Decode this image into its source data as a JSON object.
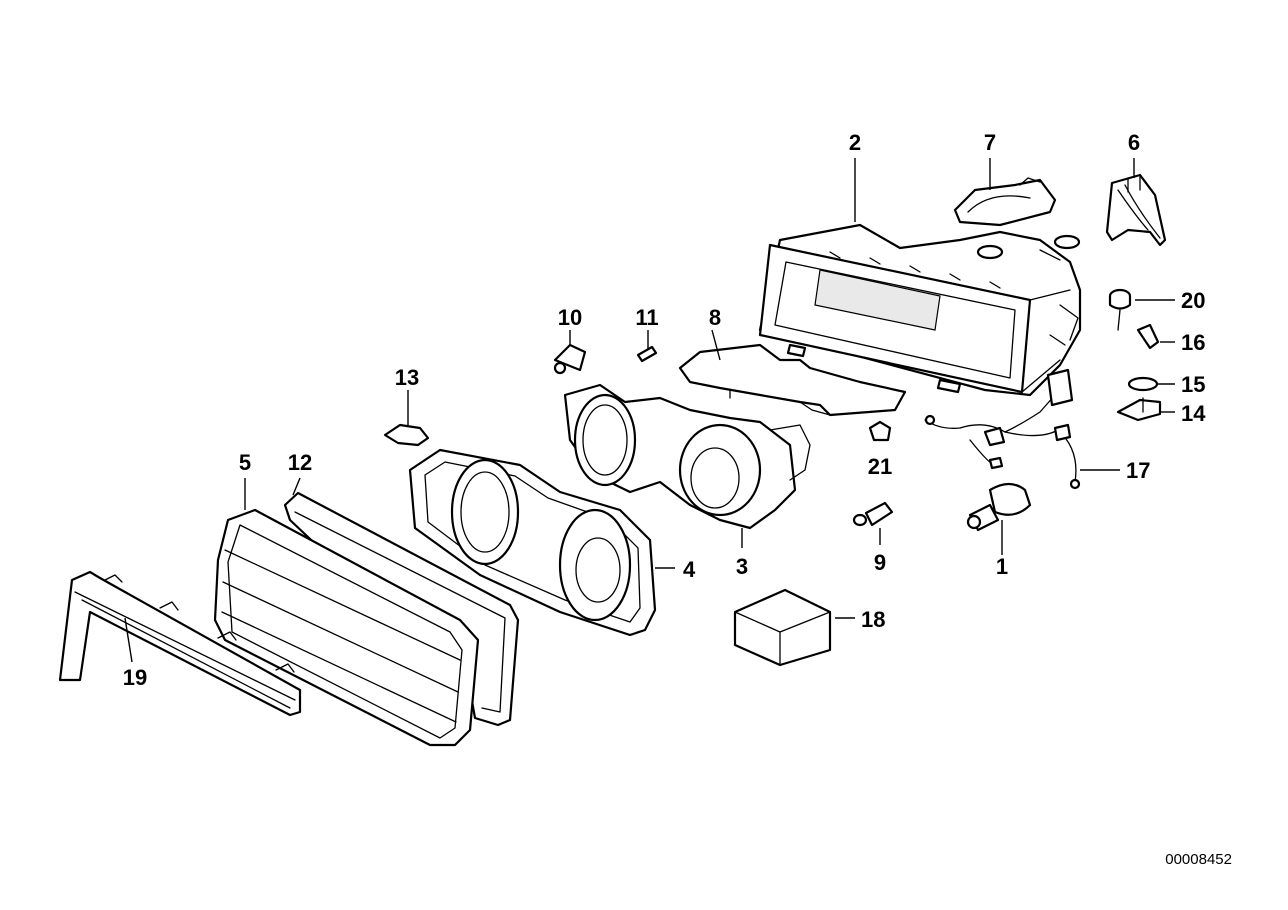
{
  "diagram": {
    "doc_id": "00008452",
    "callouts": {
      "p1": "1",
      "p2": "2",
      "p3": "3",
      "p4": "4",
      "p5": "5",
      "p6": "6",
      "p7": "7",
      "p8": "8",
      "p9": "9",
      "p10": "10",
      "p11": "11",
      "p12": "12",
      "p13": "13",
      "p14": "14",
      "p15": "15",
      "p16": "16",
      "p17": "17",
      "p18": "18",
      "p19": "19",
      "p20": "20",
      "p21": "21"
    }
  }
}
